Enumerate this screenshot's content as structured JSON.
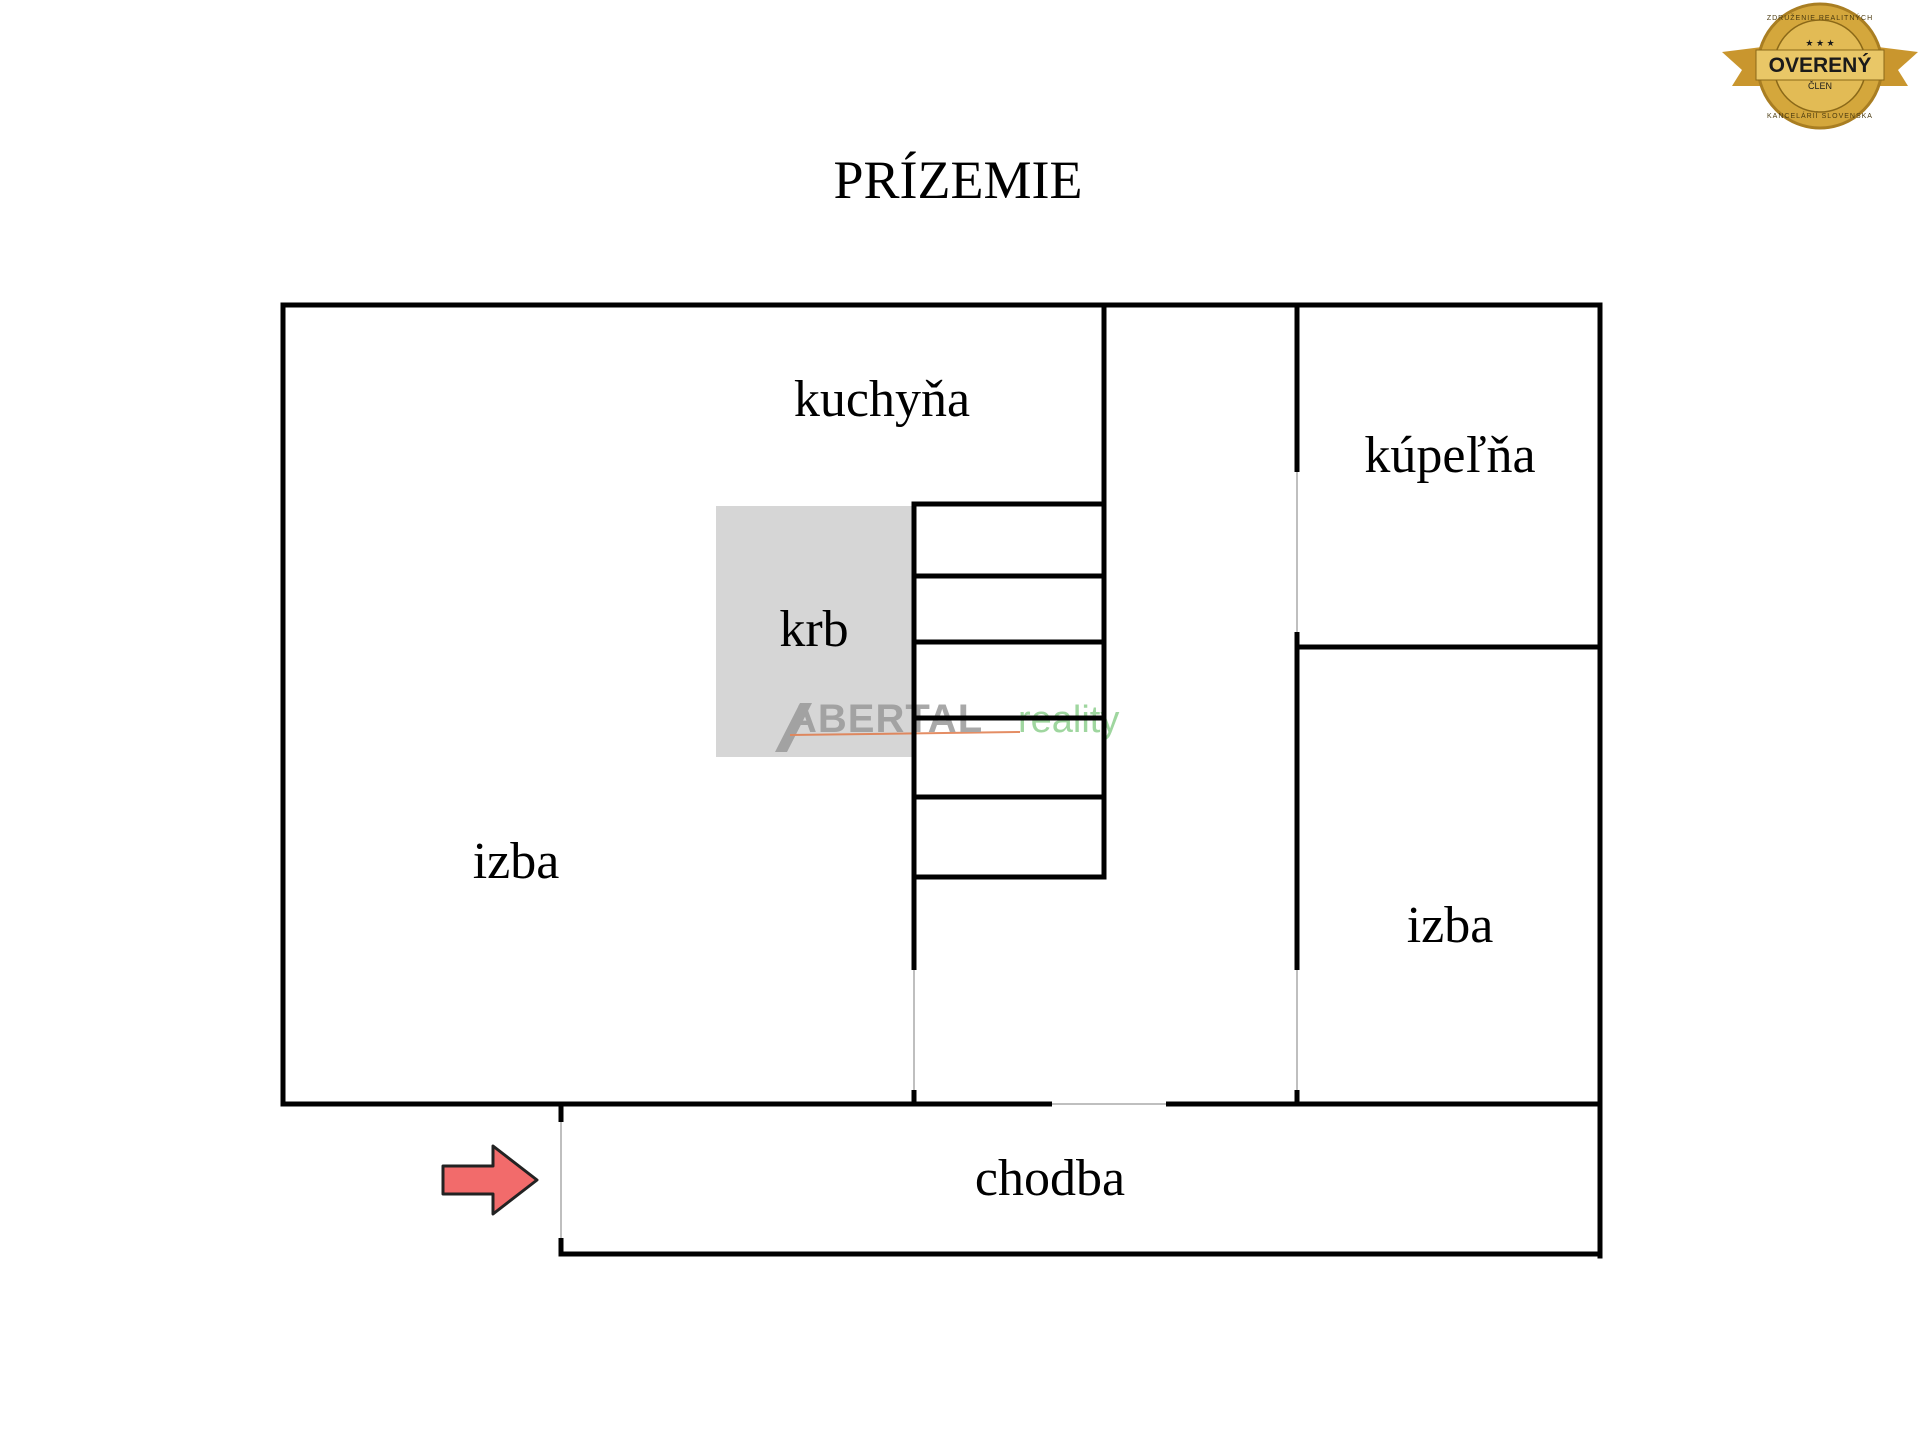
{
  "title": "PRÍZEMIE",
  "rooms": {
    "kitchen": "kuchyňa",
    "fireplace": "krb",
    "room_left": "izba",
    "bathroom": "kúpeľňa",
    "room_right": "izba",
    "corridor": "chodba"
  },
  "watermark": {
    "brand": "ABERTAL",
    "suffix": "reality"
  },
  "badge": {
    "label": "OVERENÝ",
    "sublabel": "ČLEN",
    "ring_top": "ZDRUŽENIE REALITNÝCH",
    "ring_bottom": "KANCELÁRIÍ SLOVENSKA"
  },
  "colors": {
    "wall": "#000000",
    "fireplace_fill": "#d6d6d6",
    "entrance_arrow": "#f26b6b",
    "badge_gold": "#d4a73c",
    "watermark_accent": "#7cc47c"
  },
  "icons": {
    "entrance": "arrow-right-icon",
    "badge": "verified-member-seal-icon"
  }
}
